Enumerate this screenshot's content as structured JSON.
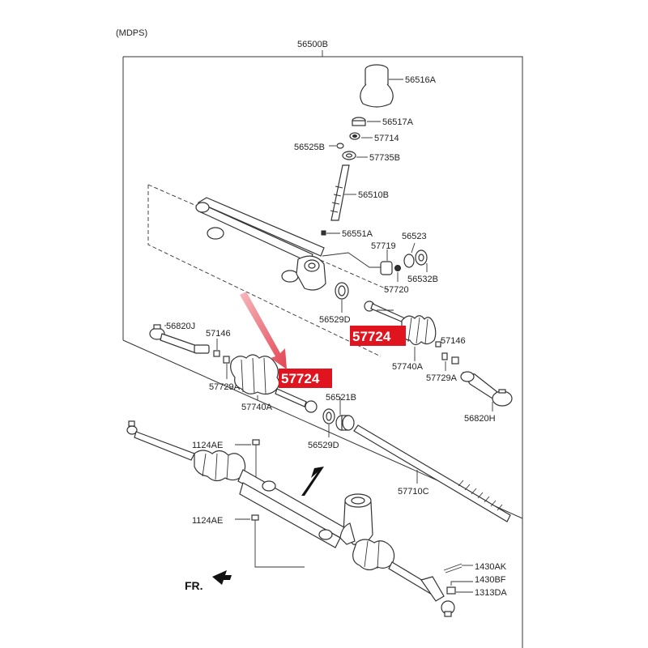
{
  "header": {
    "variant": "(MDPS)",
    "assembly_code": "56500B"
  },
  "parts": {
    "p_56516A": "56516A",
    "p_56517A": "56517A",
    "p_57714": "57714",
    "p_56525B": "56525B",
    "p_57735B": "57735B",
    "p_56510B": "56510B",
    "p_56551A": "56551A",
    "p_57719": "57719",
    "p_56523": "56523",
    "p_56532B": "56532B",
    "p_57720": "57720",
    "p_56529D_upper": "56529D",
    "p_56820J": "56820J",
    "p_57146_left": "57146",
    "p_57729A_left": "57729A",
    "p_57740A_left": "57740A",
    "p_57146_right": "57146",
    "p_57740A_right": "57740A",
    "p_57729A_right": "57729A",
    "p_56820H": "56820H",
    "p_56521B": "56521B",
    "p_56529D_lower": "56529D",
    "p_57710C": "57710C",
    "p_1124AE_upper": "1124AE",
    "p_1124AE_lower": "1124AE",
    "p_1430AK": "1430AK",
    "p_1430BF": "1430BF",
    "p_1313DA": "1313DA"
  },
  "highlights": {
    "upper": "57724",
    "lower": "57724",
    "color": "#e0141e"
  },
  "orientation": {
    "front_label": "FR."
  },
  "colors": {
    "line": "#333333",
    "highlight": "#e0141e",
    "arrow": "#e8707a"
  }
}
